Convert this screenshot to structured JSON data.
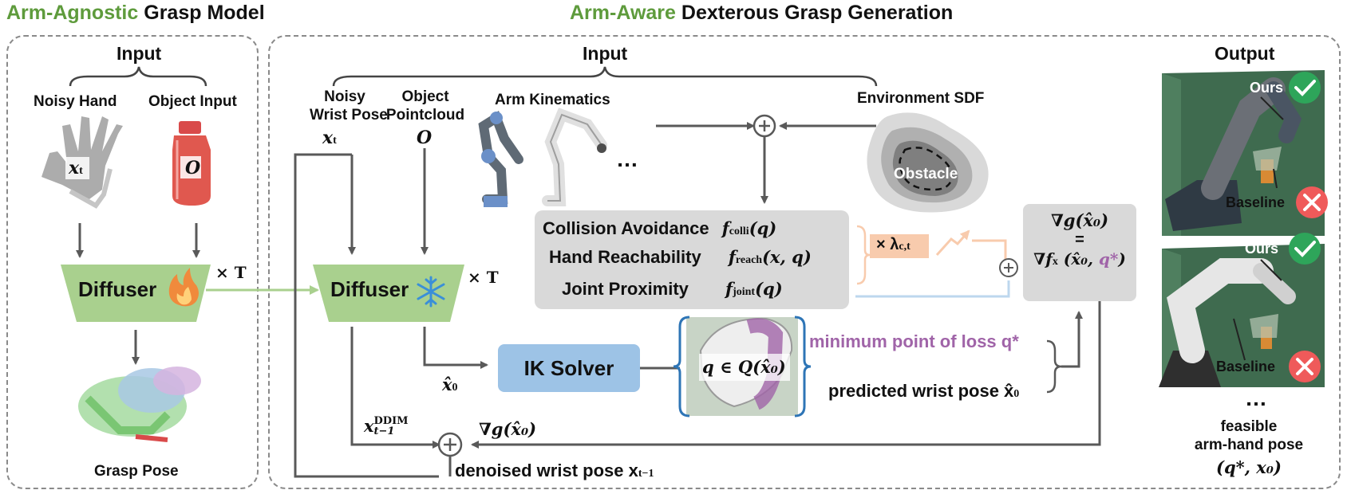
{
  "titles": {
    "left_accent": "Arm-Agnostic",
    "left_rest": " Grasp Model",
    "right_accent": "Arm-Aware",
    "right_rest": " Dexterous Grasp Generation"
  },
  "colors": {
    "accent_green": "#5e9b3c",
    "diffuser_fill": "#a9d08e",
    "ik_fill": "#9dc3e6",
    "loss_box_fill": "#d9d9d9",
    "lambda_fill": "#f8cbad",
    "purple_text": "#a064a8",
    "check_green": "#2ea55a",
    "cross_red": "#ef5a5a"
  },
  "left_panel": {
    "input_header": "Input",
    "noisy_hand": "Noisy Hand",
    "object_input": "Object Input",
    "hand_symbol": "x",
    "hand_symbol_sub": "t",
    "object_symbol": "O",
    "diffuser": "Diffuser",
    "diffuser_icon": "fire-icon",
    "times_t": "× T",
    "grasp_pose": "Grasp Pose"
  },
  "middle_panel": {
    "input_header": "Input",
    "noisy_wrist_pose": [
      "Noisy",
      "Wrist Pose"
    ],
    "wrist_symbol": "x",
    "wrist_symbol_sub": "t",
    "object_pointcloud": [
      "Object",
      "Pointcloud"
    ],
    "object_symbol": "O",
    "arm_kinematics": "Arm Kinematics",
    "ellipsis": "…",
    "environment_sdf": "Environment SDF",
    "obstacle": "Obstacle",
    "diffuser": "Diffuser",
    "diffuser_icon": "snowflake-icon",
    "times_t": "× T",
    "terms": [
      {
        "name": "Collision Avoidance",
        "func": "f",
        "sub": "colli",
        "args": "(q)"
      },
      {
        "name": "Hand Reachability",
        "func": "f",
        "sub": "reach",
        "args": "(x, q)"
      },
      {
        "name": "Joint Proximity",
        "func": "f",
        "sub": "joint",
        "args": "(q)"
      }
    ],
    "lambda_label": "× λ",
    "lambda_sub": "c,t",
    "grad_box": {
      "line1": "∇g(x̂₀)",
      "line2": "=",
      "line3_a": "∇f",
      "line3_sub": "x",
      "line3_b": " (x̂₀, ",
      "line3_q": "q*",
      "line3_c": ")"
    },
    "ik_solver": "IK Solver",
    "x0_hat": "x̂",
    "x0_hat_sub": "0",
    "q_set": "q ∈ Q(x̂₀)",
    "min_point": "minimum point of loss q*",
    "predicted_wrist": "predicted wrist pose x̂",
    "predicted_wrist_sub": "0",
    "x_ddim": "x",
    "x_ddim_sup": "DDIM",
    "x_ddim_sub": "t−1",
    "grad_g": "∇g(x̂₀)",
    "denoised": "denoised wrist pose x",
    "denoised_sub": "t−1"
  },
  "output_panel": {
    "header": "Output",
    "ours_1": "Ours",
    "baseline_1": "Baseline",
    "ours_2": "Ours",
    "baseline_2": "Baseline",
    "ellipsis": "…",
    "feasible": [
      "feasible",
      "arm-hand pose"
    ],
    "pair": "(q*, x₀)"
  }
}
